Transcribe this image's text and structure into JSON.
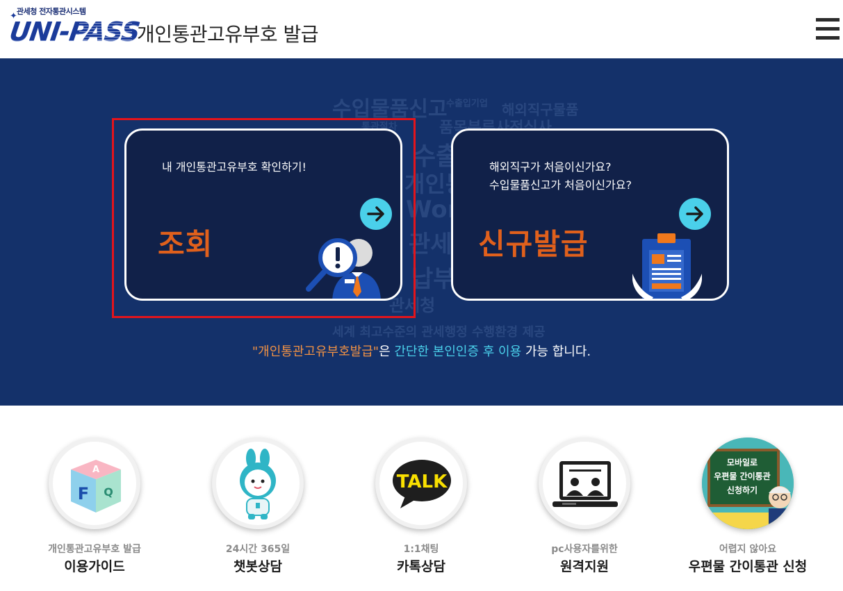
{
  "header": {
    "logo_sub": "관세청 전자통관시스템",
    "logo_mark": "UNI-PASS",
    "title": "개인통관고유부호 발급"
  },
  "banner": {
    "background_words": [
      "수입물품신고",
      "수출입기업",
      "해외직구물품",
      "통관절차",
      "품목분류사전심사",
      "수출",
      "개인통관",
      "World",
      "관세",
      "납부",
      "관세청",
      "세계 최고수준의 관세행정 수행환경 제공"
    ],
    "lookup_card": {
      "desc": "내 개인통관고유부호 확인하기!",
      "title": "조회"
    },
    "new_card": {
      "desc_line1": "해외직구가 처음이신가요?",
      "desc_line2": "수입물품신고가 처음이신가요?",
      "title": "신규발급"
    },
    "notice": {
      "part1": "\"개인통관고유부호발급\"",
      "part2": "은 ",
      "part3": "간단한 본인인증 후 이용",
      "part4": " 가능 합니다."
    }
  },
  "services": [
    {
      "small": "개인통관고유부호 발급",
      "label": "이용가이드",
      "icon": "faq-cube-icon"
    },
    {
      "small": "24시간 365일",
      "label": "챗봇상담",
      "icon": "chatbot-rabbit-icon"
    },
    {
      "small": "1:1채팅",
      "label": "카톡상담",
      "icon": "kakao-talk-icon"
    },
    {
      "small": "pc사용자를위한",
      "label": "원격지원",
      "icon": "remote-support-icon"
    },
    {
      "small": "어렵지 않아요",
      "label": "우편물 간이통관 신청",
      "icon": "postal-clearance-icon"
    }
  ],
  "postal_board_text": [
    "모바일로",
    "우편물 간이통관",
    "신청하기"
  ],
  "faq_letters": [
    "F",
    "A",
    "Q"
  ],
  "kakao_text": "TALK",
  "colors": {
    "banner_bg": "#14316a",
    "card_bg": "#112149",
    "accent_orange": "#e0601c",
    "accent_cyan": "#4ad0ea",
    "highlight_red": "#e4141b"
  }
}
